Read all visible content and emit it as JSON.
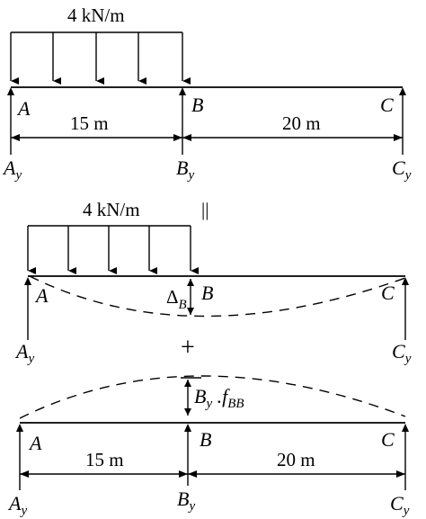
{
  "labels": {
    "load": "4 kN/m",
    "A": "A",
    "B": "B",
    "C": "C",
    "Ay_main": "A",
    "Ay_sub": "y",
    "By_main": "B",
    "By_sub": "y",
    "Cy_main": "C",
    "Cy_sub": "y",
    "span_ab": "15 m",
    "span_bc": "20 m",
    "equals": "||",
    "plus": "+",
    "delta_main": "Δ",
    "delta_sub": "B",
    "byfbb_main": "B",
    "byfbb_sub": "y",
    "byfbb_dot": " .",
    "byfbb_f": "f",
    "byfbb_fsub": "BB"
  }
}
